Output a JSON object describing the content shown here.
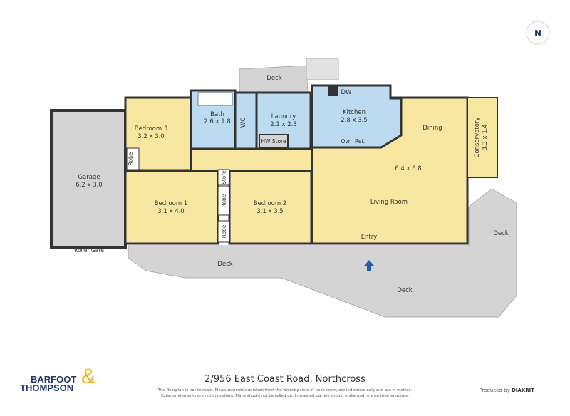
{
  "compass": {
    "label": "N"
  },
  "rooms": {
    "garage": {
      "name": "Garage",
      "dims": "6.2 x 3.0"
    },
    "roller_gate": "Roller Gate",
    "bedroom3": {
      "name": "Bedroom 3",
      "dims": "3.2 x 3.0"
    },
    "bath": {
      "name": "Bath",
      "dims": "2.6 x 1.8"
    },
    "wc": "WC",
    "laundry": {
      "name": "Laundry",
      "dims": "2.1 x 2.3"
    },
    "hw_store": "HW Store",
    "kitchen": {
      "name": "Kitchen",
      "dims": "2.8 x 3.5"
    },
    "dw": "DW",
    "ovn": "Ovn",
    "ref": "Ref.",
    "dining": "Dining",
    "living": {
      "dims": "6.4 x 6.8",
      "name": "Living Room"
    },
    "conservatory": {
      "name": "Conservatory",
      "dims": "3.3 x 1.4"
    },
    "bedroom1": {
      "name": "Bedroom 1",
      "dims": "3.1 x 4.0"
    },
    "bedroom2": {
      "name": "Bedroom 2",
      "dims": "3.1 x 3.5"
    },
    "store": "Store",
    "robe": "Robe",
    "entry": "Entry",
    "deck": "Deck"
  },
  "footer": {
    "address": "2/956 East Coast Road, Northcross",
    "disclaimer1": "The floorplan is not to scale. Measurements are taken from the widest points of each room, are indicative only and are in metres.",
    "disclaimer2": "Exterior elements are not in position. Plans should not be relied on. Interested parties should make and rely on their enquires.",
    "produced_by": "Produced by",
    "producer": "DIAKRIT",
    "logo_line1": "BARFOOT",
    "logo_line2": "THOMPSON",
    "logo_amp": "&"
  },
  "colors": {
    "bedroom": "#f8e7a0",
    "wet": "#bcdaf0",
    "deck": "#d4d4d4",
    "wall": "#333333",
    "entry_arrow": "#1f5fae"
  }
}
